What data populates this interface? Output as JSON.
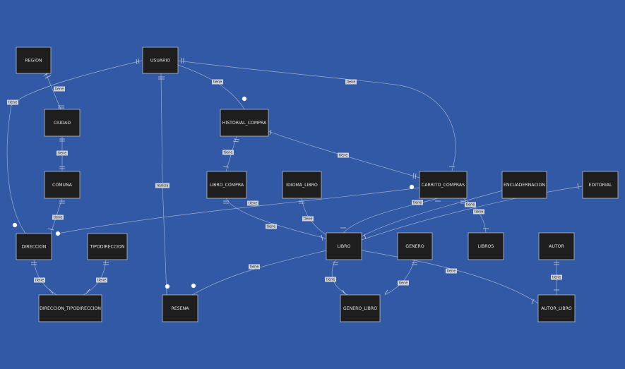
{
  "diagram": {
    "entities": [
      {
        "id": "region",
        "label": "REGION"
      },
      {
        "id": "usuario",
        "label": "USUARIO"
      },
      {
        "id": "ciudad",
        "label": "CIUDAD"
      },
      {
        "id": "historial",
        "label": "HISTORIAL_COMPRA"
      },
      {
        "id": "comuna",
        "label": "COMUNA"
      },
      {
        "id": "libro_compra",
        "label": "LIBRO_COMPRA"
      },
      {
        "id": "idioma_libro",
        "label": "IDIOMA_LIBRO"
      },
      {
        "id": "carrito",
        "label": "CARRITO_COMPRAS"
      },
      {
        "id": "encuadernacion",
        "label": "ENCUADERNACION"
      },
      {
        "id": "editorial",
        "label": "EDITORIAL"
      },
      {
        "id": "direccion",
        "label": "DIRECCION"
      },
      {
        "id": "tipodireccion",
        "label": "TIPODIRECCION"
      },
      {
        "id": "libro",
        "label": "LIBRO"
      },
      {
        "id": "genero",
        "label": "GENERO"
      },
      {
        "id": "libros",
        "label": "LIBROS"
      },
      {
        "id": "autor",
        "label": "AUTOR"
      },
      {
        "id": "dir_tipo",
        "label": "DIRECCION_TIPODIRECCION"
      },
      {
        "id": "resena",
        "label": "RESENA"
      },
      {
        "id": "genero_libro",
        "label": "GENERO_LIBRO"
      },
      {
        "id": "autor_libro",
        "label": "AUTOR_LIBRO"
      }
    ],
    "relationships": [
      {
        "id": "rel-region-ciudad",
        "from": "region",
        "to": "ciudad",
        "label": "tiene"
      },
      {
        "id": "rel-ciudad-comuna",
        "from": "ciudad",
        "to": "comuna",
        "label": "tiene"
      },
      {
        "id": "rel-comuna-direccion",
        "from": "comuna",
        "to": "direccion",
        "label": "tiene"
      },
      {
        "id": "rel-usuario-direccion",
        "from": "usuario",
        "to": "direccion",
        "label": "tiene"
      },
      {
        "id": "rel-usuario-historial",
        "from": "usuario",
        "to": "historial",
        "label": "tiene"
      },
      {
        "id": "rel-usuario-carrito",
        "from": "usuario",
        "to": "carrito",
        "label": "tiene"
      },
      {
        "id": "rel-usuario-resena",
        "from": "usuario",
        "to": "resena",
        "label": "realiza"
      },
      {
        "id": "rel-historial-librocompra",
        "from": "historial",
        "to": "libro_compra",
        "label": "tiene"
      },
      {
        "id": "rel-historial-carrito",
        "from": "historial",
        "to": "carrito",
        "label": "tiene"
      },
      {
        "id": "rel-librocompra-libro",
        "from": "libro_compra",
        "to": "libro",
        "label": "tiene"
      },
      {
        "id": "rel-idioma-libro",
        "from": "idioma_libro",
        "to": "libro",
        "label": "tiene"
      },
      {
        "id": "rel-carrito-libro",
        "from": "carrito",
        "to": "libro",
        "label": "tiene"
      },
      {
        "id": "rel-carrito-libros",
        "from": "carrito",
        "to": "libros",
        "label": "tiene"
      },
      {
        "id": "rel-carrito-direccion",
        "from": "carrito",
        "to": "direccion",
        "label": ""
      },
      {
        "id": "rel-encuadernacion-libro",
        "from": "encuadernacion",
        "to": "libro",
        "label": ""
      },
      {
        "id": "rel-editorial-libro",
        "from": "editorial",
        "to": "libro",
        "label": ""
      },
      {
        "id": "rel-direccion-dirtipo",
        "from": "direccion",
        "to": "dir_tipo",
        "label": "tiene"
      },
      {
        "id": "rel-tipodir-dirtipo",
        "from": "tipodireccion",
        "to": "dir_tipo",
        "label": "tiene"
      },
      {
        "id": "rel-libro-resena",
        "from": "libro",
        "to": "resena",
        "label": "tiene"
      },
      {
        "id": "rel-libro-generolibro",
        "from": "libro",
        "to": "genero_libro",
        "label": "tiene"
      },
      {
        "id": "rel-genero-generolibro",
        "from": "genero",
        "to": "genero_libro",
        "label": "tiene"
      },
      {
        "id": "rel-libro-autorlibro",
        "from": "libro",
        "to": "autor_libro",
        "label": "tiene"
      },
      {
        "id": "rel-autor-autorlibro",
        "from": "autor",
        "to": "autor_libro",
        "label": "tiene"
      }
    ],
    "colors": {
      "background": "#3159a6",
      "entity_fill": "#1e1e1e",
      "entity_stroke": "#bdbdbd",
      "line": "#a9b6cf",
      "label_bg": "#cfd4dc"
    }
  }
}
